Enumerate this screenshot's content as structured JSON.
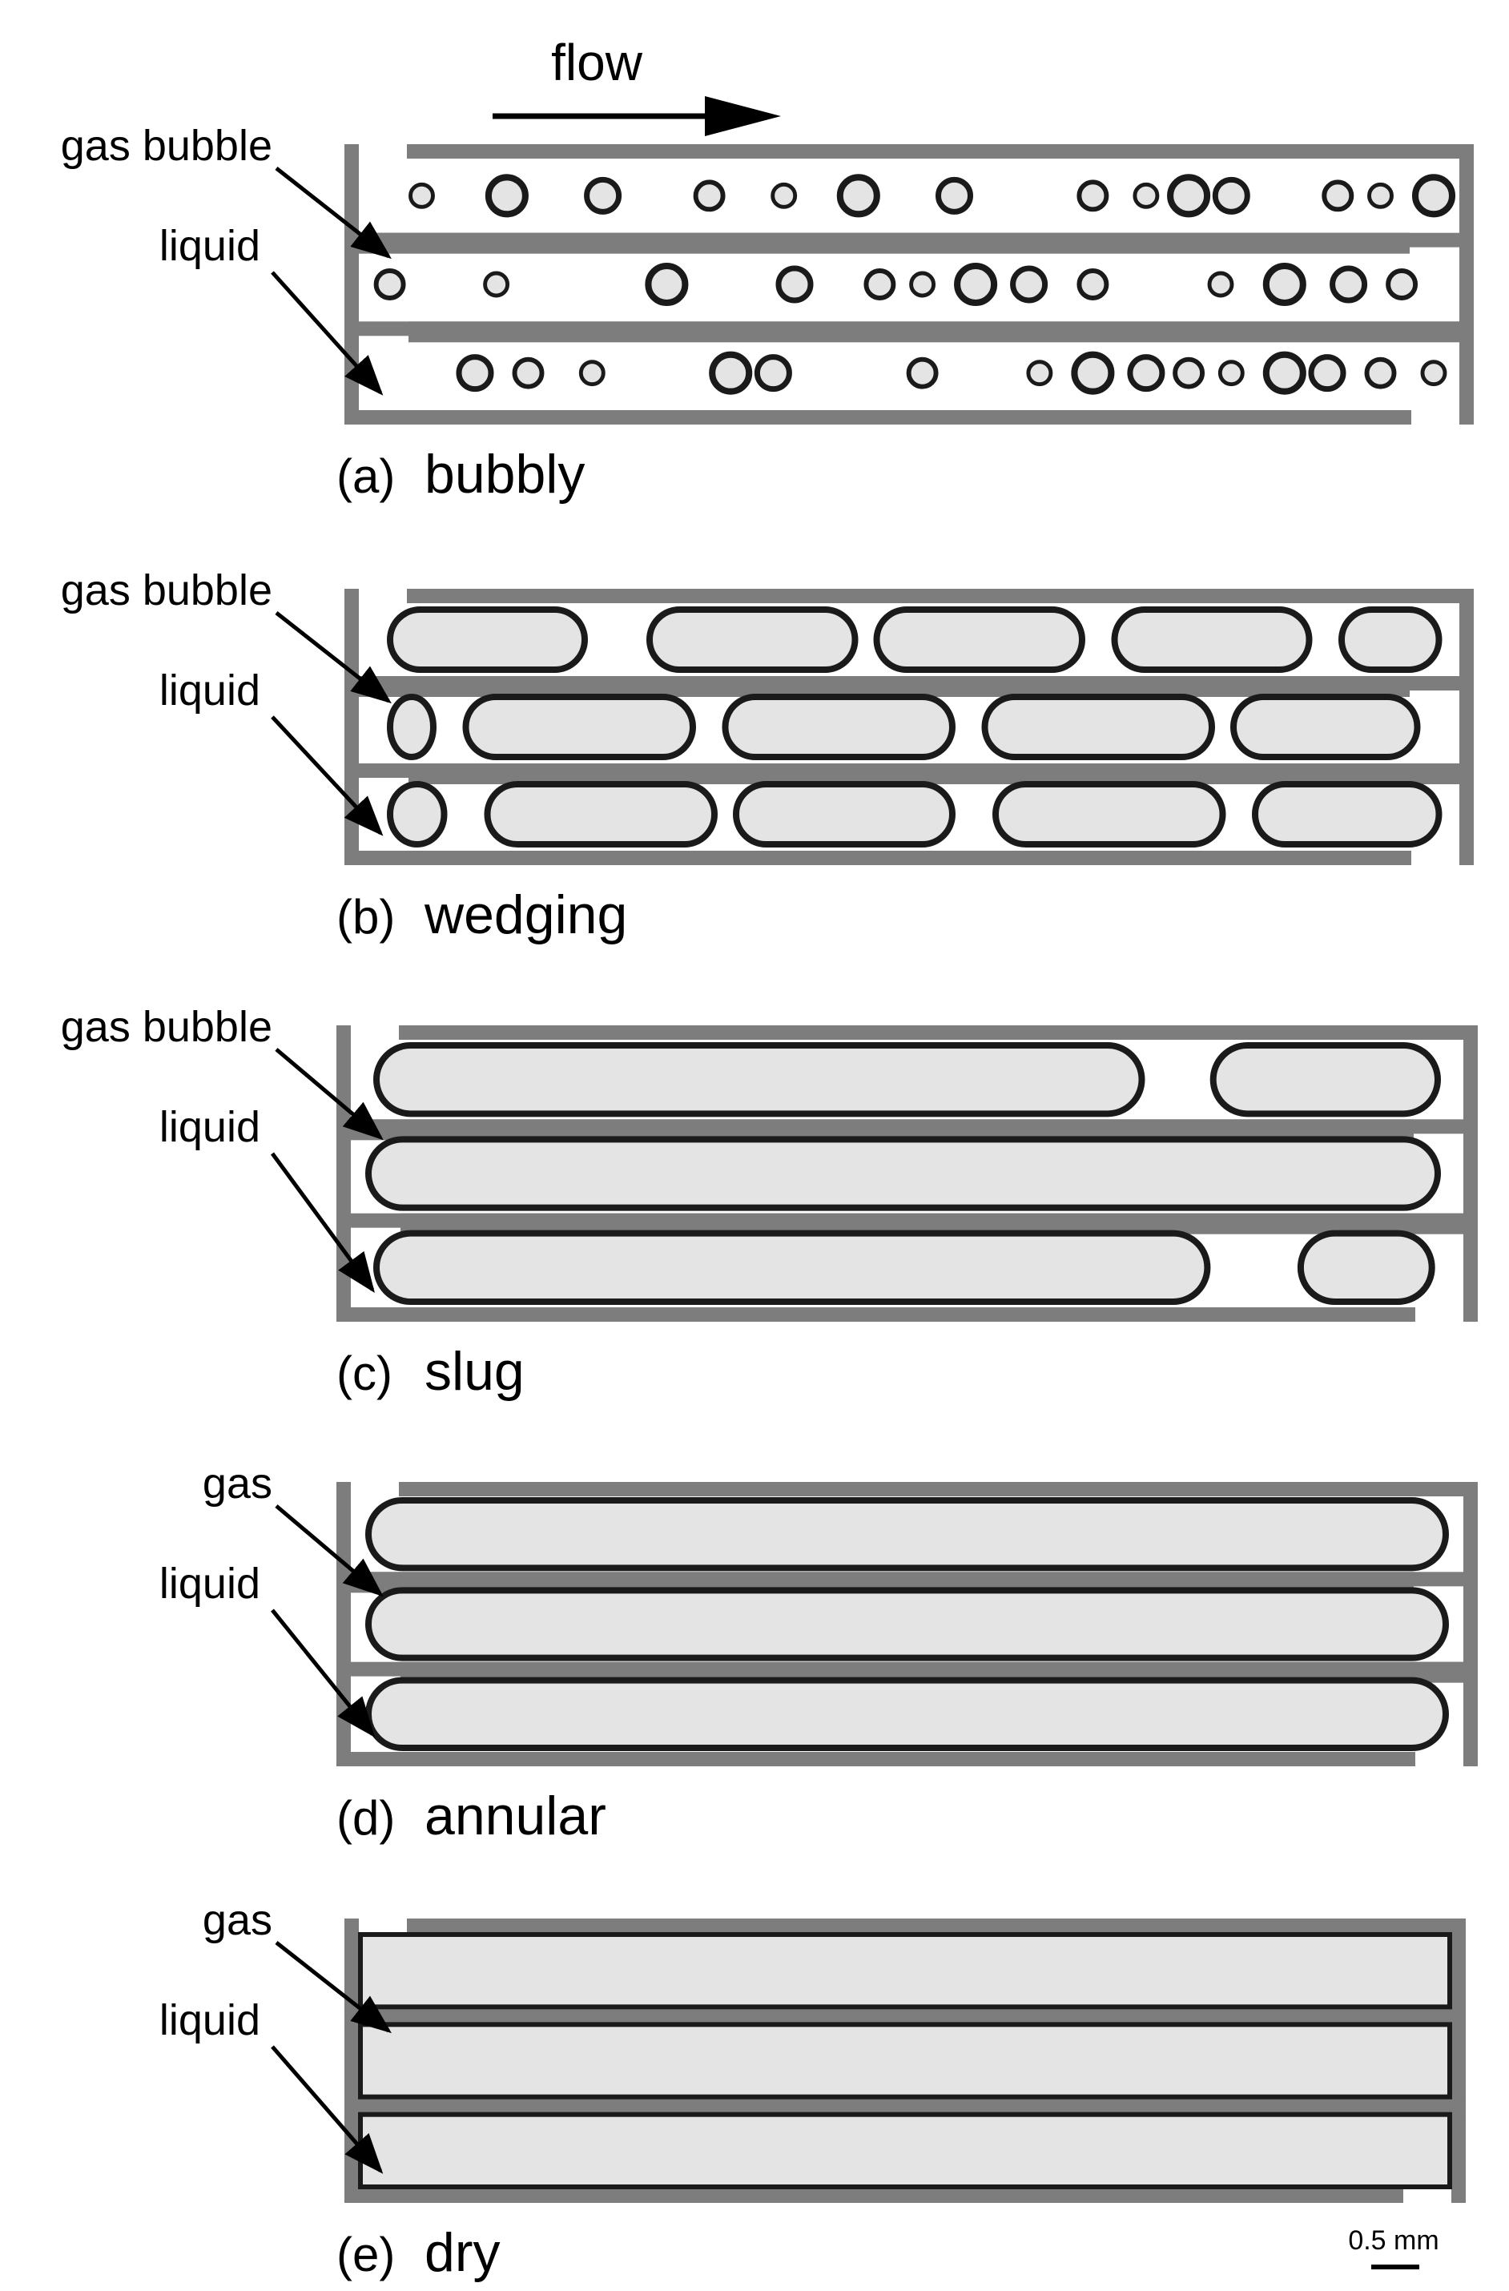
{
  "flow_label": "flow",
  "panels": [
    {
      "id": "a",
      "letter": "(a)",
      "name": "bubbly",
      "label_top": "gas bubble",
      "label_bottom": "liquid",
      "regime": "bubbly"
    },
    {
      "id": "b",
      "letter": "(b)",
      "name": "wedging",
      "label_top": "gas bubble",
      "label_bottom": "liquid",
      "regime": "wedging"
    },
    {
      "id": "c",
      "letter": "(c)",
      "name": "slug",
      "label_top": "gas bubble",
      "label_bottom": "liquid",
      "regime": "slug"
    },
    {
      "id": "d",
      "letter": "(d)",
      "name": "annular",
      "label_top": "gas",
      "label_bottom": "liquid",
      "regime": "annular"
    },
    {
      "id": "e",
      "letter": "(e)",
      "name": "dry",
      "label_top": "gas",
      "label_bottom": "liquid",
      "regime": "dry"
    }
  ],
  "scale_bar": {
    "label": "0.5 mm"
  },
  "colors": {
    "wall": "#7d7d7d",
    "liquid": "#ffffff",
    "gas_fill": "#e4e4e4",
    "gas_outline": "#1a1a1a"
  }
}
